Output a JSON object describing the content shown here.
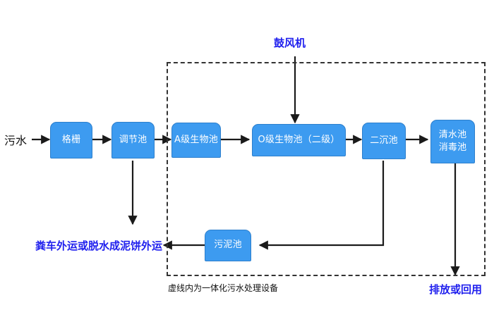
{
  "diagram": {
    "title_label": "鼓风机",
    "inlet_label": "污水",
    "boundary_caption": "虚线内为一体化污水处理设备",
    "sludge_outlet_label": "粪车外运或脱水成泥饼外运",
    "effluent_label": "排放或回用",
    "nodes": [
      {
        "id": "grille",
        "label": "格栅"
      },
      {
        "id": "regulating-tank",
        "label": "调节池"
      },
      {
        "id": "a-stage-bio-tank",
        "label": "A级生物池"
      },
      {
        "id": "o-stage-bio-tank",
        "label": "O级生物池（二级）"
      },
      {
        "id": "secondary-settling-tank",
        "label": "二沉池"
      },
      {
        "id": "clean-water-tank",
        "label_line1": "清水池",
        "label_line2": "消毒池"
      },
      {
        "id": "sludge-tank",
        "label": "污泥池"
      }
    ],
    "colors": {
      "node_fill": "#3d9bf0",
      "node_border": "#2d7fcc",
      "node_text": "#ffffff",
      "blue_text": "#2020ee",
      "black_text": "#111111",
      "wire": "#1a1a1a",
      "dash_border": "#333333",
      "background": "#ffffff"
    }
  }
}
